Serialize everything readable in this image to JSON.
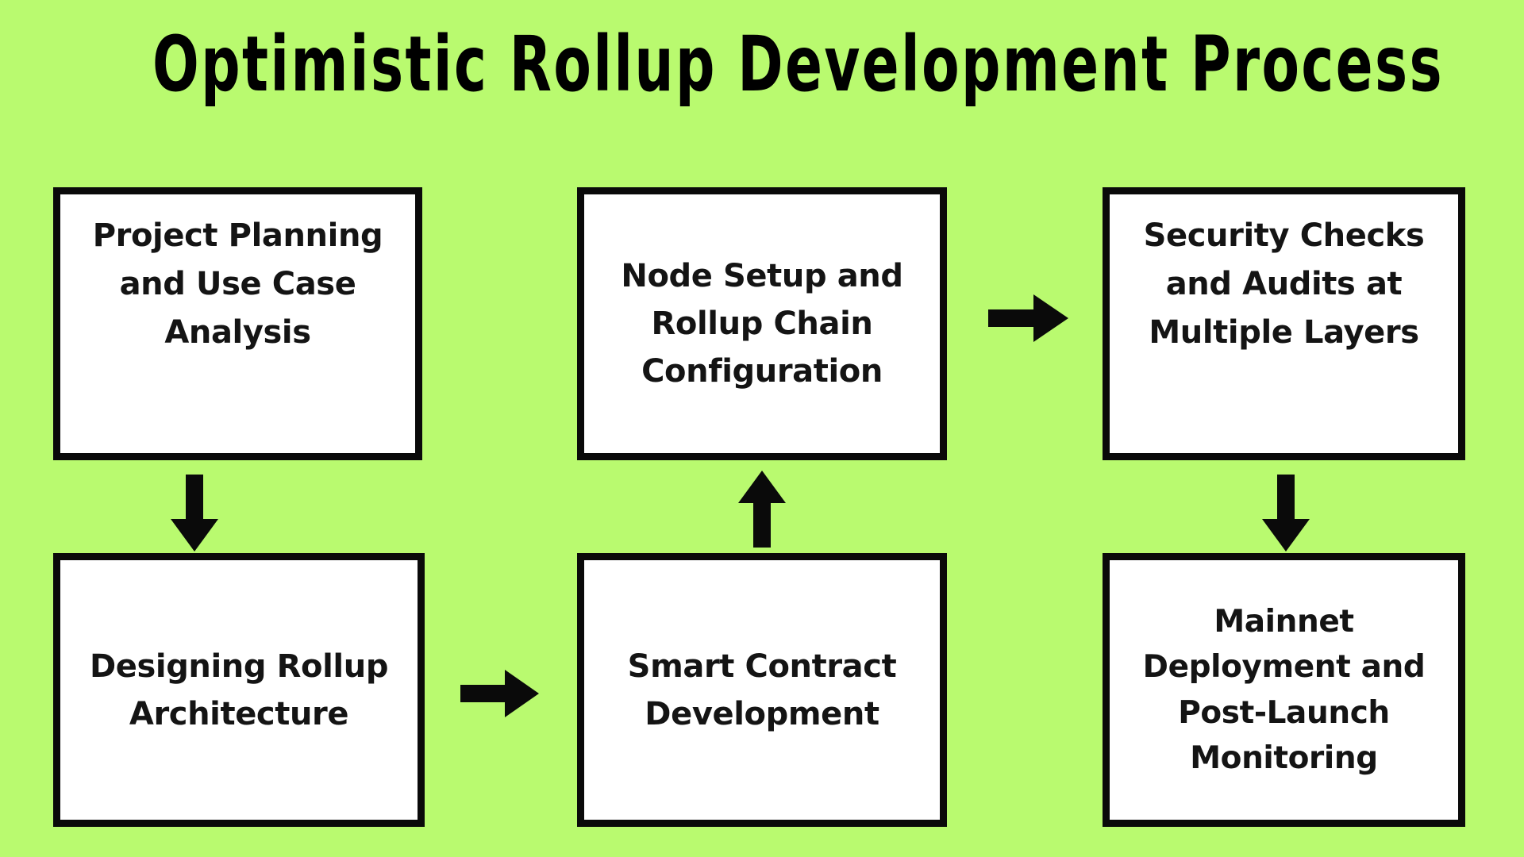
{
  "diagram": {
    "title": "Optimistic Rollup Development Process",
    "background_color": "#b9fa6f",
    "box_fill_color": "#ffffff",
    "box_border_color": "#0a0a0a",
    "text_color": "#141414",
    "nodes": [
      {
        "id": "node-1",
        "label": "Project Planning\nand Use Case\nAnalysis"
      },
      {
        "id": "node-2",
        "label": "Node Setup and\nRollup Chain\nConfiguration"
      },
      {
        "id": "node-3",
        "label": "Security Checks\nand Audits at\nMultiple Layers"
      },
      {
        "id": "node-4",
        "label": "Designing Rollup\nArchitecture"
      },
      {
        "id": "node-5",
        "label": "Smart Contract\nDevelopment"
      },
      {
        "id": "node-6",
        "label": "Mainnet\nDeployment and\nPost-Launch\nMonitoring"
      }
    ],
    "arrows": [
      {
        "id": "arrow-1-4",
        "from": "node-1",
        "to": "node-4",
        "direction": "down"
      },
      {
        "id": "arrow-4-5",
        "from": "node-4",
        "to": "node-5",
        "direction": "right"
      },
      {
        "id": "arrow-5-2",
        "from": "node-5",
        "to": "node-2",
        "direction": "up"
      },
      {
        "id": "arrow-2-3",
        "from": "node-2",
        "to": "node-3",
        "direction": "right"
      },
      {
        "id": "arrow-3-6",
        "from": "node-3",
        "to": "node-6",
        "direction": "down"
      }
    ]
  }
}
